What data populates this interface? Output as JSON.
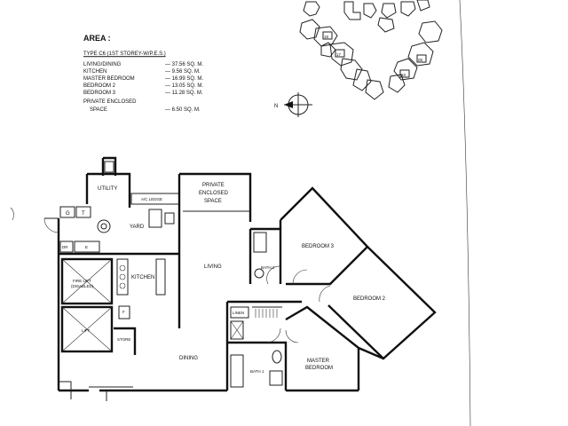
{
  "area": {
    "heading": "AREA :",
    "type_label": "TYPE C6 (1ST STOREY-W/P.E.S.)",
    "rows": [
      {
        "name": "LIVING/DINING",
        "value": "— 37.56 SQ. M."
      },
      {
        "name": "KITCHEN",
        "value": "— 9.56 SQ. M."
      },
      {
        "name": "MASTER BEDROOM",
        "value": "— 16.99 SQ. M."
      },
      {
        "name": "BEDROOM 2",
        "value": "— 13.05 SQ. M."
      },
      {
        "name": "BEDROOM 3",
        "value": "— 11.28 SQ. M."
      },
      {
        "name": "PRIVATE ENCLOSED",
        "value": ""
      },
      {
        "name": "SPACE",
        "value": "— 6.50 SQ. M."
      }
    ]
  },
  "site": {
    "block_numbers": [
      "18",
      "17",
      "09",
      "10"
    ],
    "north_letter": "N"
  },
  "rooms": {
    "utility": "UTILITY",
    "ac_ledge": "A/C LEDGE",
    "pes_line1": "PRIVATE",
    "pes_line2": "ENCLOSED",
    "pes_line3": "SPACE",
    "yard": "YARD",
    "kitchen": "KITCHEN",
    "living": "LIVING",
    "bath2": "BATH 2",
    "bedroom3": "BEDROOM 3",
    "bedroom2": "BEDROOM 2",
    "fire_lift_line1": "FIRE LIFT",
    "fire_lift_line2": "(DISABLED)",
    "lift": "LIFT",
    "store": "STORE",
    "dining": "DINING",
    "linen": "LINEN",
    "bath1": "BATH 1",
    "master_line1": "MASTER",
    "master_line2": "BEDROOM",
    "tag_g": "G",
    "tag_t": "T",
    "tag_dr": "DR",
    "tag_e": "E",
    "tag_f": "F"
  }
}
